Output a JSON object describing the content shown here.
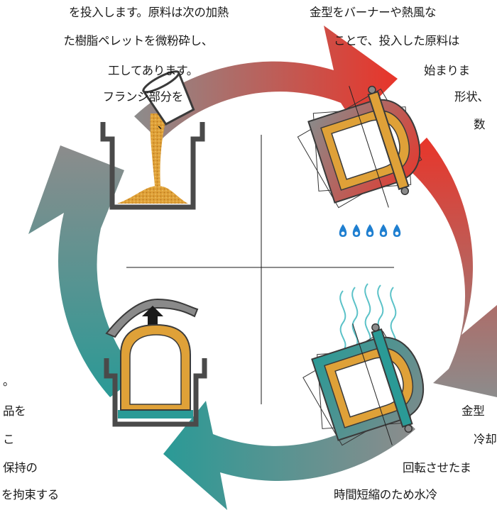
{
  "steps": {
    "charge": {
      "lines": [
        "を投入します。原料は次の加熱",
        "た樹脂ペレットを微粉砕し、",
        "工してあります。",
        "フランジ部分を",
        "、"
      ]
    },
    "heat": {
      "lines": [
        "金型をバーナーや熱風な",
        "ことで、投入した原料は",
        "始まりま",
        "形状、",
        "数"
      ]
    },
    "cool": {
      "lines": [
        "金型",
        "冷却",
        "回転させたま",
        "時間短縮のため水冷"
      ]
    },
    "demold": {
      "lines": [
        "。",
        "品を",
        "こ",
        "保持の",
        "を拘束する"
      ]
    }
  },
  "icons": {
    "flame": "flame-icon",
    "heat_waves": "heat-wave-icon",
    "lift_arrow": "up-arrow-icon"
  },
  "colors": {
    "heat": "#e8352a",
    "cool": "#2a9a96",
    "neutral": "#8a8a8a",
    "powder": "#dfa138",
    "flame": "#1f7fd0",
    "mold_gray": "#7f8a8a"
  }
}
